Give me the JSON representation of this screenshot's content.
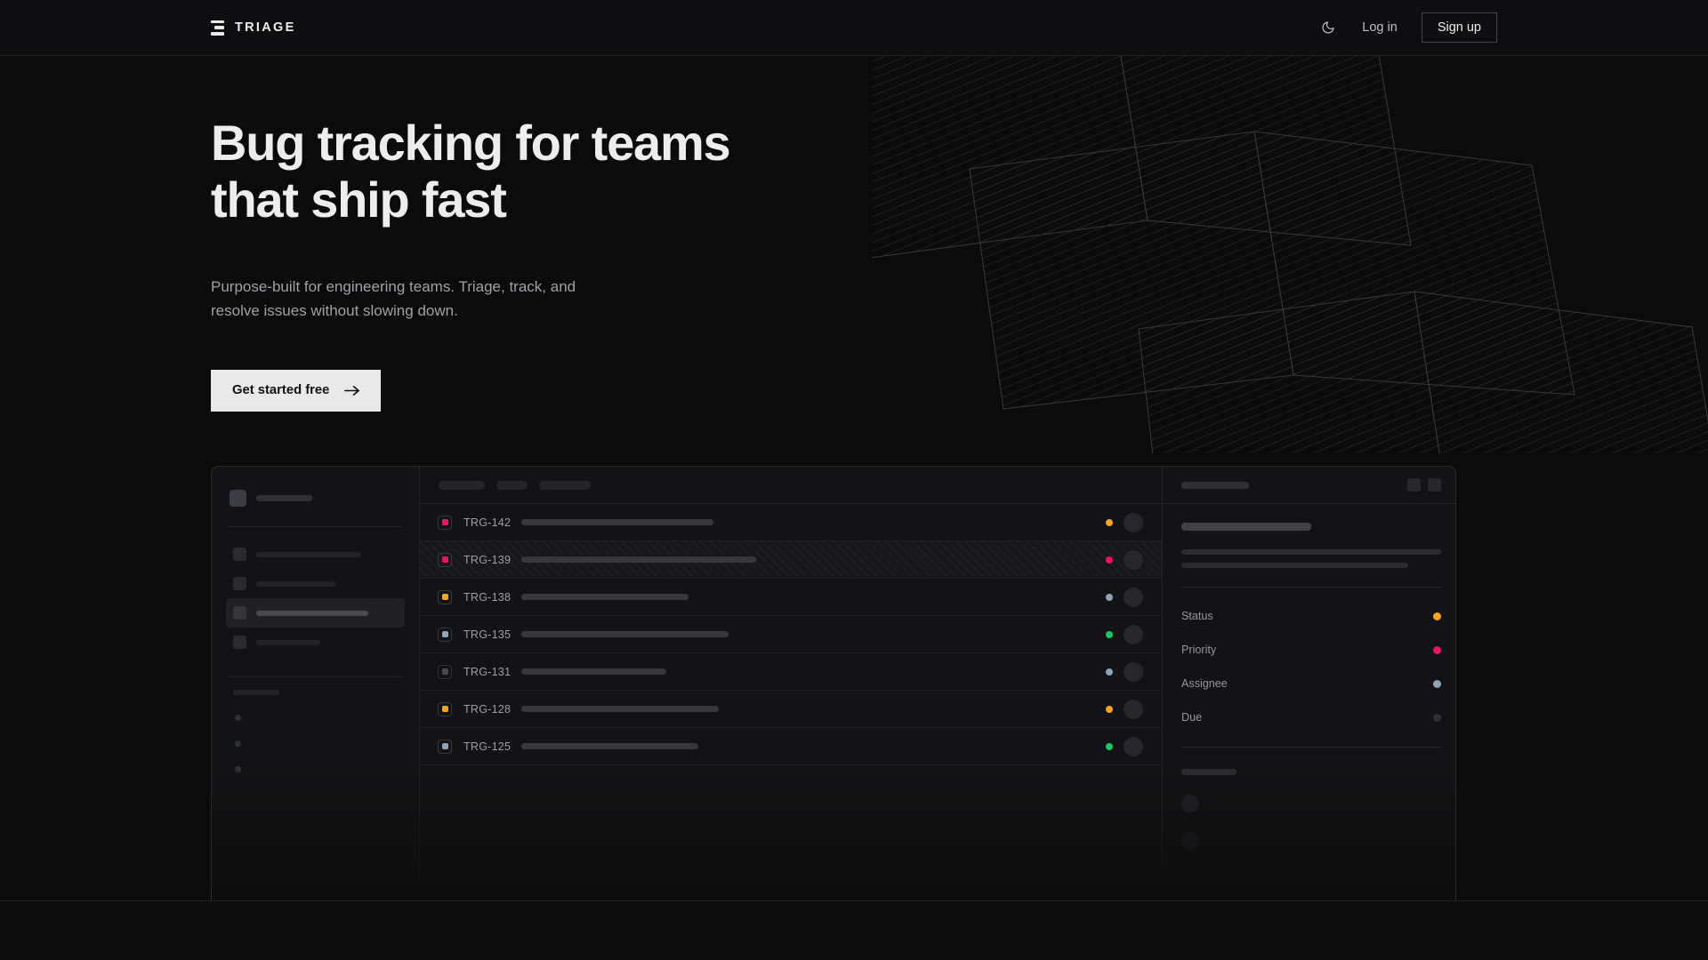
{
  "brand": {
    "name": "TRIAGE",
    "mark_icon": "stacked-bars-logo-icon"
  },
  "header": {
    "theme_toggle_icon": "moon-icon",
    "login_label": "Log in",
    "signup_label": "Sign up"
  },
  "hero": {
    "headline": "Bug tracking for teams\nthat ship fast",
    "subheadline": "Purpose-built for engineering teams. Triage, track, and\nresolve issues without slowing down.",
    "cta_label": "Get started free",
    "cta_icon": "arrow-right-icon"
  },
  "colors": {
    "page_bg": "#0b0b0c",
    "header_bg": "#0e0e10",
    "panel_bg": "#131315",
    "border": "#2a2a2d",
    "text_primary": "#ededee",
    "text_muted": "#a0a0a5",
    "accent_cta_bg": "#e9e9ea",
    "status_orange": "#f5a524",
    "status_pink": "#f31260",
    "status_slate": "#8fa3b8",
    "status_green": "#17c964",
    "status_muted": "#4a4a50"
  },
  "mock": {
    "sidebar": {
      "nav_items": [
        {
          "name": "nav-item-1",
          "width": 118,
          "active": false
        },
        {
          "name": "nav-item-2",
          "width": 90,
          "active": false
        },
        {
          "name": "nav-item-3",
          "width": 126,
          "active": true
        },
        {
          "name": "nav-item-4",
          "width": 72,
          "active": false
        }
      ],
      "dots_count": 3
    },
    "list": {
      "filter_chips": [
        52,
        35,
        58
      ],
      "columns": [
        "priority",
        "id",
        "title",
        "status",
        "assignee"
      ],
      "rows": [
        {
          "id": "TRG-142",
          "priority_color": "#f31260",
          "status_color": "#f5a524",
          "title_width": 216,
          "hatched": false,
          "muted": false
        },
        {
          "id": "TRG-139",
          "priority_color": "#f31260",
          "status_color": "#f31260",
          "title_width": 264,
          "hatched": true,
          "muted": false
        },
        {
          "id": "TRG-138",
          "priority_color": "#f5a524",
          "status_color": "#8fa3b8",
          "title_width": 188,
          "hatched": false,
          "muted": false
        },
        {
          "id": "TRG-135",
          "priority_color": "#8fa3b8",
          "status_color": "#17c964",
          "title_width": 233,
          "hatched": false,
          "muted": false
        },
        {
          "id": "TRG-131",
          "priority_color": "#4a4a50",
          "status_color": "#8fa3b8",
          "title_width": 163,
          "hatched": false,
          "muted": true
        },
        {
          "id": "TRG-128",
          "priority_color": "#f5a524",
          "status_color": "#f5a524",
          "title_width": 222,
          "hatched": false,
          "muted": false
        },
        {
          "id": "TRG-125",
          "priority_color": "#8fa3b8",
          "status_color": "#17c964",
          "title_width": 199,
          "hatched": false,
          "muted": false
        }
      ]
    },
    "detail": {
      "header_action_icons": [
        "expand-icon",
        "more-options-icon"
      ],
      "body_line_widths": [
        292,
        255
      ],
      "meta": [
        {
          "label": "Status",
          "color": "#f5a524"
        },
        {
          "label": "Priority",
          "color": "#f31260"
        },
        {
          "label": "Assignee",
          "color": "#8fa3b8"
        },
        {
          "label": "Due",
          "color": "#2e2e33"
        }
      ],
      "comment_avatars": 2
    }
  }
}
